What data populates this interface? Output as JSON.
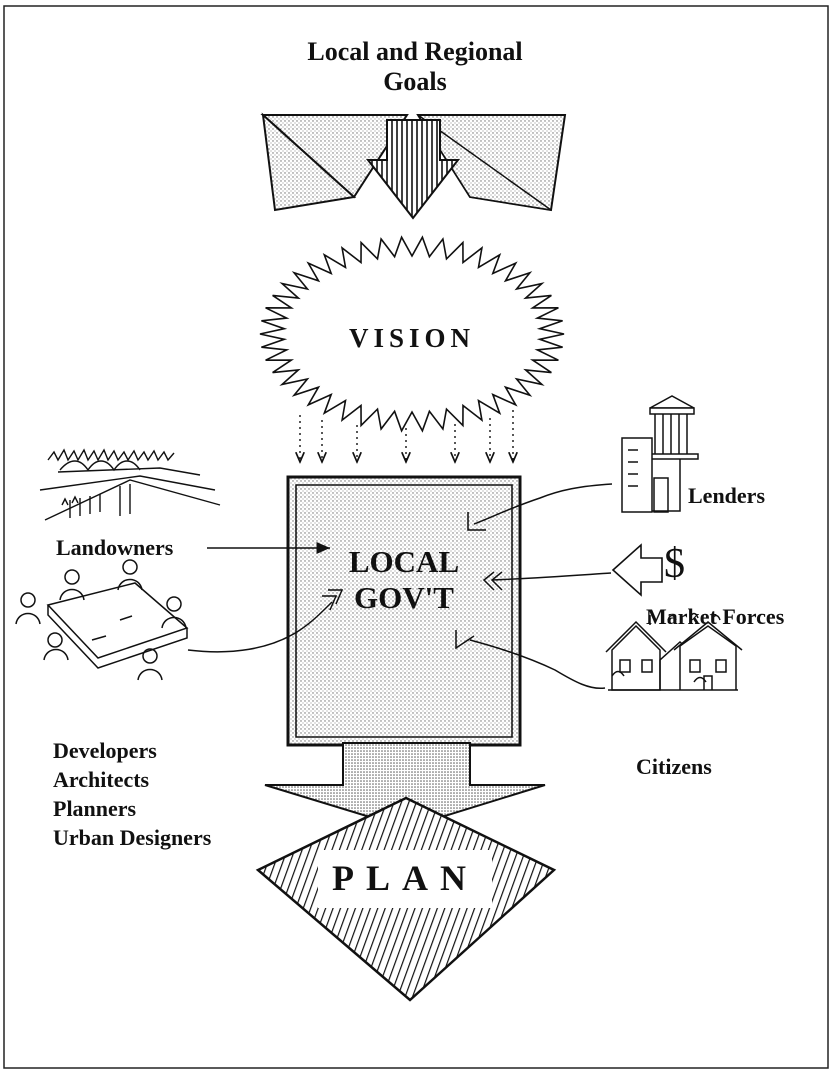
{
  "title": {
    "line1": "Local and Regional",
    "line2": "Goals"
  },
  "vision": {
    "label": "VISION"
  },
  "local_govt": {
    "line1": "LOCAL",
    "line2": "GOV'T"
  },
  "plan": {
    "label": "PLAN"
  },
  "participants": {
    "landowners": "Landowners",
    "lenders": "Lenders",
    "market_forces": "Market Forces",
    "citizens": "Citizens",
    "professionals": [
      "Developers",
      "Architects",
      "Planners",
      "Urban Designers"
    ]
  },
  "icons": {
    "market_forces_symbol": "$"
  },
  "colors": {
    "ink": "#111111",
    "paper": "#ffffff",
    "stipple": "#8a8a8a"
  }
}
